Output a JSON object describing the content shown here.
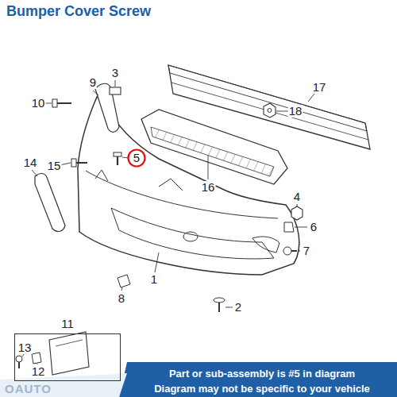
{
  "diagram": {
    "title": "Bumper Cover Screw",
    "nodes": [
      {
        "text": [
          "11"
        ]
      }
    ],
    "labels": [
      "9",
      "3",
      "10",
      "18",
      "17",
      "5",
      "14",
      "15",
      "16",
      "4",
      "6",
      "7",
      "8",
      "1",
      "2",
      "13",
      "12",
      "Part or sub-assembly is #5 in diagram",
      "Diagram may not be specific to your vehicle",
      "OAUTO"
    ]
  }
}
